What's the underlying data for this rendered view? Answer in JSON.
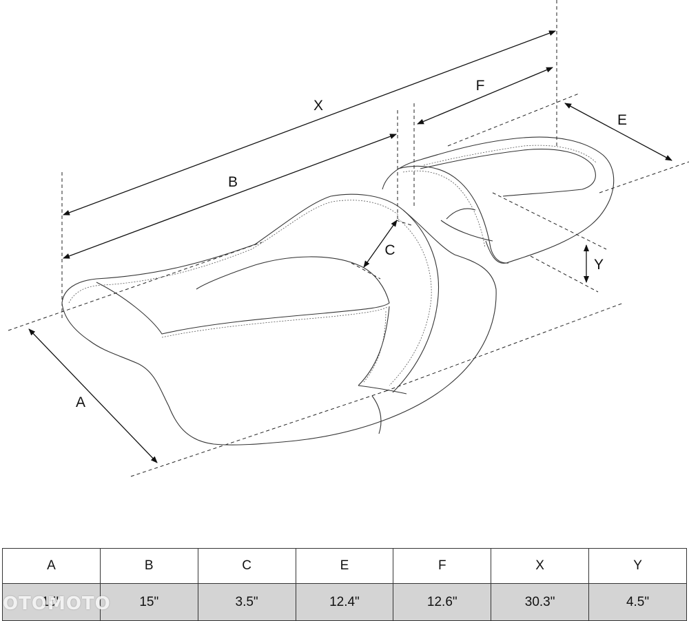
{
  "diagram_labels": {
    "x": "X",
    "f": "F",
    "e": "E",
    "b": "B",
    "c": "C",
    "a": "A",
    "y": "Y"
  },
  "table": {
    "headers": [
      "A",
      "B",
      "C",
      "E",
      "F",
      "X",
      "Y"
    ],
    "values": [
      "15\"",
      "15\"",
      "3.5\"",
      "12.4\"",
      "12.6\"",
      "30.3\"",
      "4.5\""
    ]
  },
  "watermark": "OTOMOTO",
  "colors": {
    "value_row_bg": "#d4d4d4",
    "line": "#333333"
  }
}
